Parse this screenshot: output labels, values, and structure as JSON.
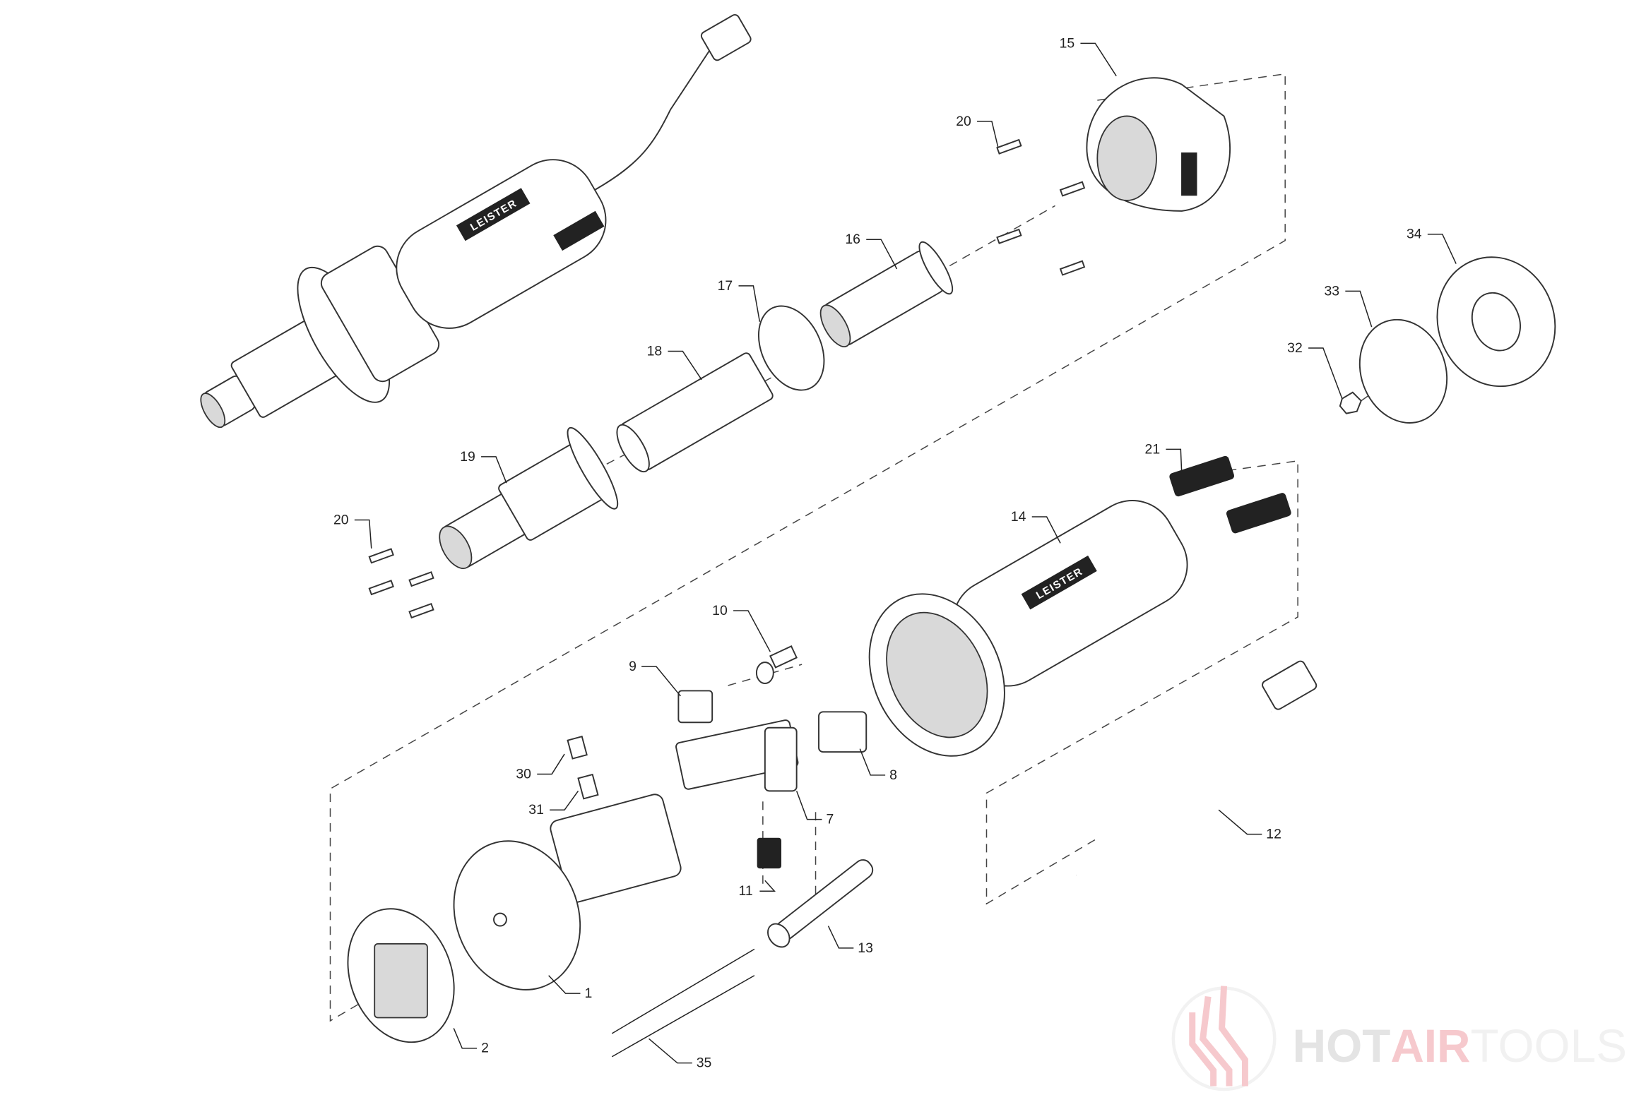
{
  "diagram": {
    "type": "exploded-parts-view",
    "brand_marking": "LEISTER",
    "callouts": [
      "15",
      "20",
      "16",
      "17",
      "18",
      "34",
      "33",
      "32",
      "19",
      "20",
      "21",
      "14",
      "10",
      "9",
      "30",
      "31",
      "8",
      "7",
      "12",
      "11",
      "13",
      "1",
      "2",
      "35"
    ]
  },
  "watermark": {
    "part1": "HOT",
    "part2": "AIR",
    "part3": "TOOLS",
    "colors": {
      "grey": "#e4e4e4",
      "pink": "#f6c9cd",
      "light": "#f4f4f4"
    }
  }
}
